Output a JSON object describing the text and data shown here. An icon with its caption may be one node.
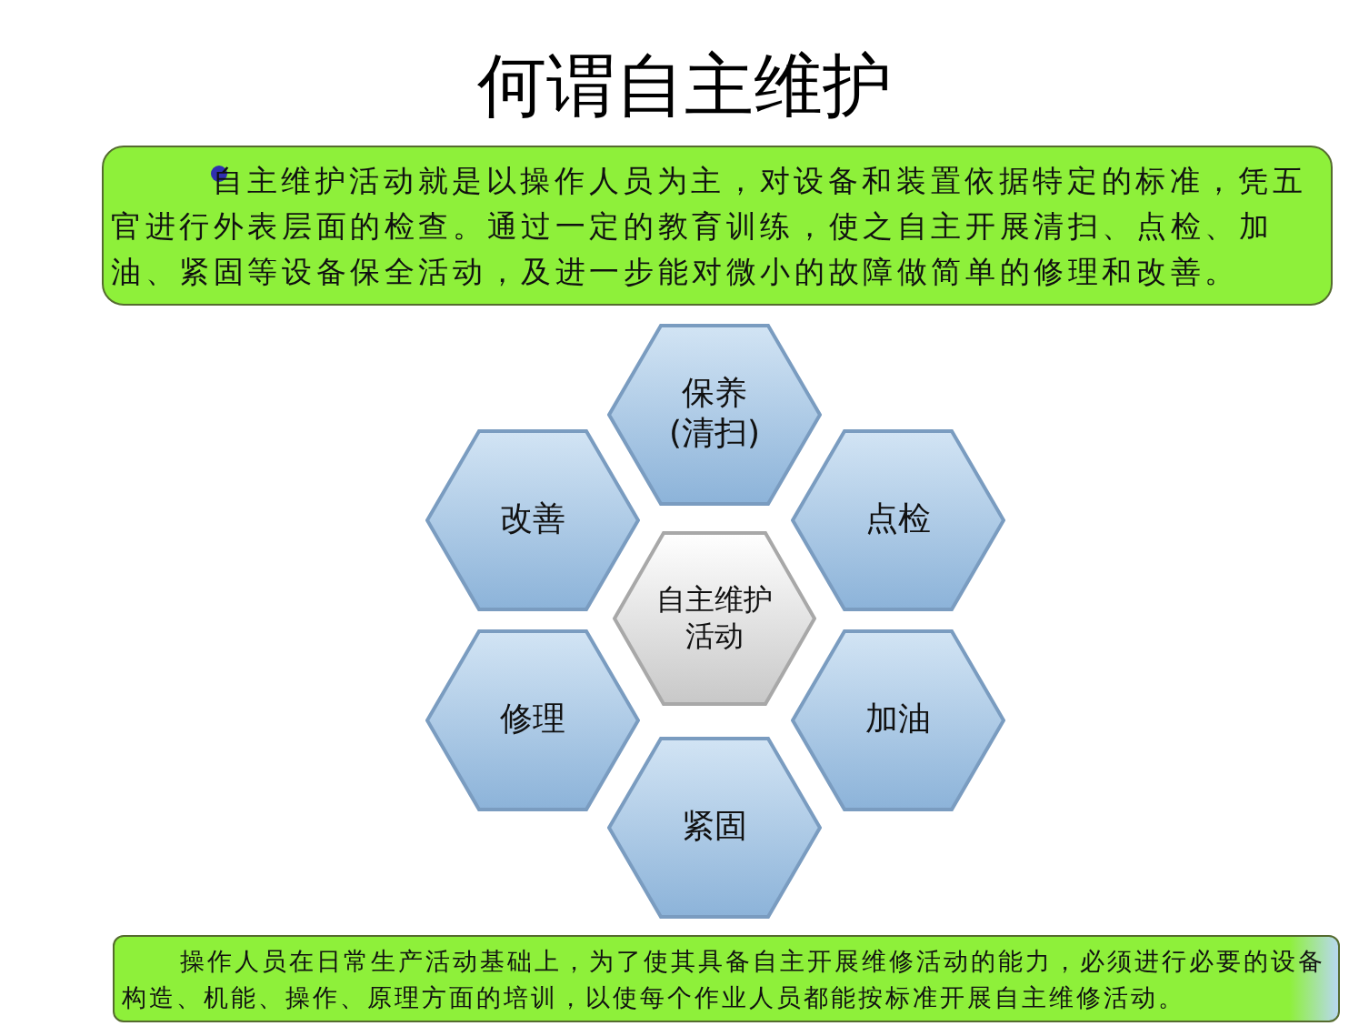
{
  "diagram": {
    "title": "何谓自主维护",
    "nodes": [
      {
        "text": [
          "自主维护活动就是以操作人员为主，对设备和装置依据特定的标准，凭五官进行外表层面的检查。通过一定的教育训练，使之自主开展清扫、点检、加油、紧固等设备保全活动，及进一步能对微小的故障做简单的修理和改善。"
        ]
      },
      {
        "text": [
          "保养(清扫)"
        ]
      },
      {
        "text": [
          "改善"
        ]
      },
      {
        "text": [
          "点检"
        ]
      },
      {
        "text": [
          "自主维护活动"
        ]
      },
      {
        "text": [
          "修理"
        ]
      },
      {
        "text": [
          "加油"
        ]
      },
      {
        "text": [
          "紧固"
        ]
      },
      {
        "text": [
          "操作人员在日常生产活动基础上，为了使其具备自主开展维修活动的能力，必须进行必要的设备构造、机能、操作、原理方面的培训，以使每个作业人员都能按标准开展自主维修活动。"
        ]
      }
    ]
  }
}
